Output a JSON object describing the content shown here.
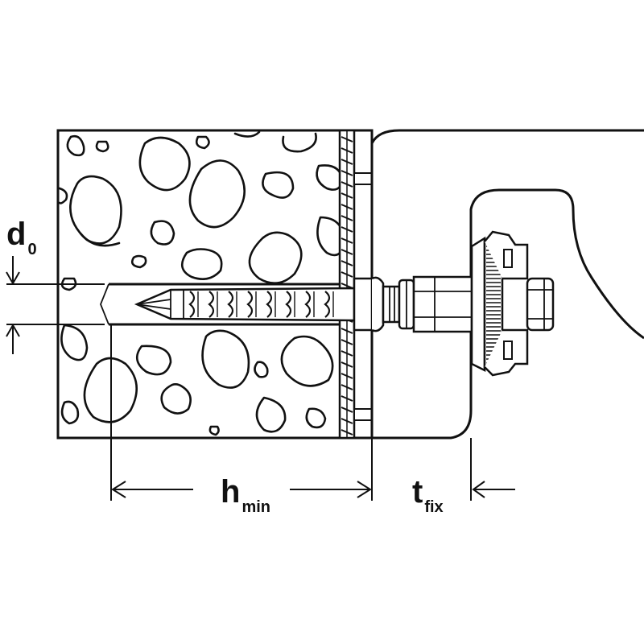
{
  "labels": {
    "d0": {
      "main": "d",
      "sub": "0"
    },
    "hmin": {
      "main": "h",
      "sub": "min"
    },
    "tfix": {
      "main": "t",
      "sub": "fix"
    }
  },
  "colors": {
    "line": "#111111",
    "background": "#ffffff"
  }
}
